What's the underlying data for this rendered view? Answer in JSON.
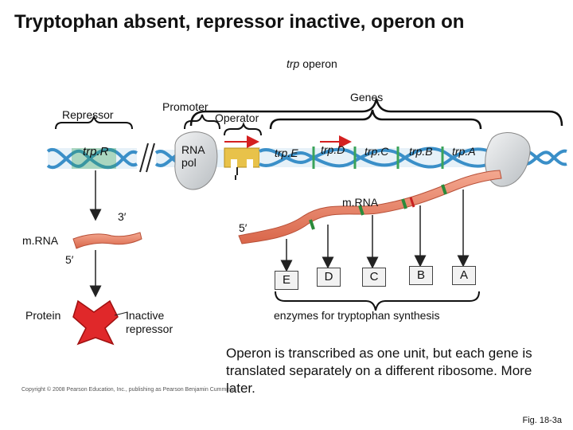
{
  "title": "Tryptophan absent, repressor inactive, operon on",
  "labels": {
    "trp_operon_italic": "trp",
    "trp_operon_rest": " operon",
    "genes": "Genes",
    "repressor": "Repressor",
    "promoter": "Promoter",
    "operator": "Operator",
    "rna_pol_line1": "RNA",
    "rna_pol_line2": "pol",
    "trpR": "trp.R",
    "mrna_right": "m.RNA",
    "mrna_left": "m.RNA",
    "three_prime": "3′",
    "five_prime_right": "5′",
    "five_prime_left": "5′",
    "protein": "Protein",
    "inactive_repressor_line1": "Inactive",
    "inactive_repressor_line2": "repressor",
    "enzymes": "enzymes for tryptophan synthesis"
  },
  "genes": [
    "trp.E",
    "trp.D",
    "trp.C",
    "trp.B",
    "trp.A"
  ],
  "proteins": [
    "E",
    "D",
    "C",
    "B",
    "A"
  ],
  "note": "Operon is transcribed as one unit, but each gene is translated separately on a different ribosome. More later.",
  "figure_label": "Fig. 18-3a",
  "copyright": "Copyright © 2008 Pearson Education, Inc., publishing as Pearson Benjamin Cummings",
  "colors": {
    "dna_blue": "#3a8fc8",
    "dna_green": "#3aa35a",
    "mrna_fill": "#e8846a",
    "operator_yellow": "#e8c24a",
    "repressor_red": "#e0282a",
    "polymerase_gray": "#cfd3d6",
    "arrow_red": "#d42020"
  }
}
